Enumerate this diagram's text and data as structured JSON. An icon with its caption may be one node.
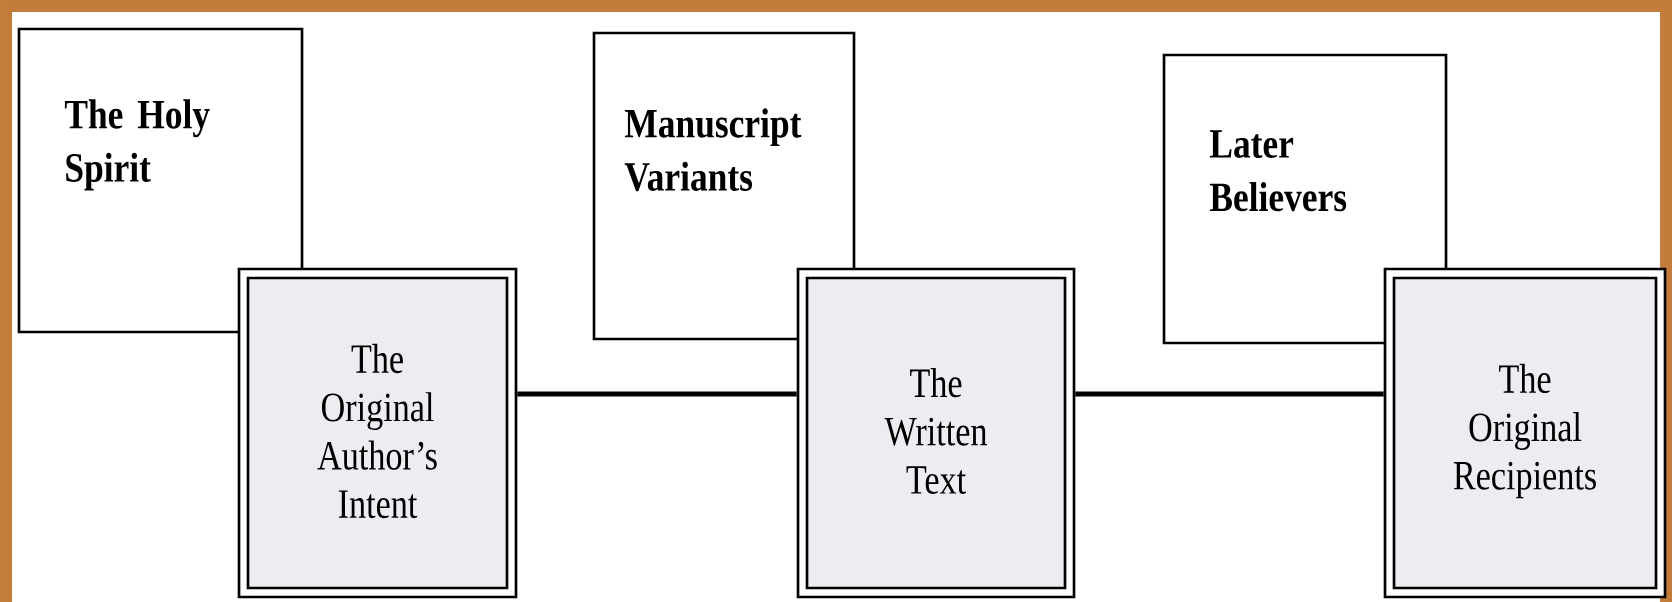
{
  "diagram": {
    "nodes": [
      {
        "text": [
          "The Holy Spirit"
        ]
      },
      {
        "text": [
          "The Original Author’s Intent"
        ]
      },
      {
        "text": [
          "Manuscript Variants"
        ]
      },
      {
        "text": [
          "The Written Text"
        ]
      },
      {
        "text": [
          "Later Believers"
        ]
      },
      {
        "text": [
          "The Original Recipients"
        ]
      }
    ],
    "edges": [
      {
        "from": 1,
        "to": 3,
        "arrow": "none"
      },
      {
        "from": 3,
        "to": 5,
        "arrow": "none"
      }
    ]
  }
}
